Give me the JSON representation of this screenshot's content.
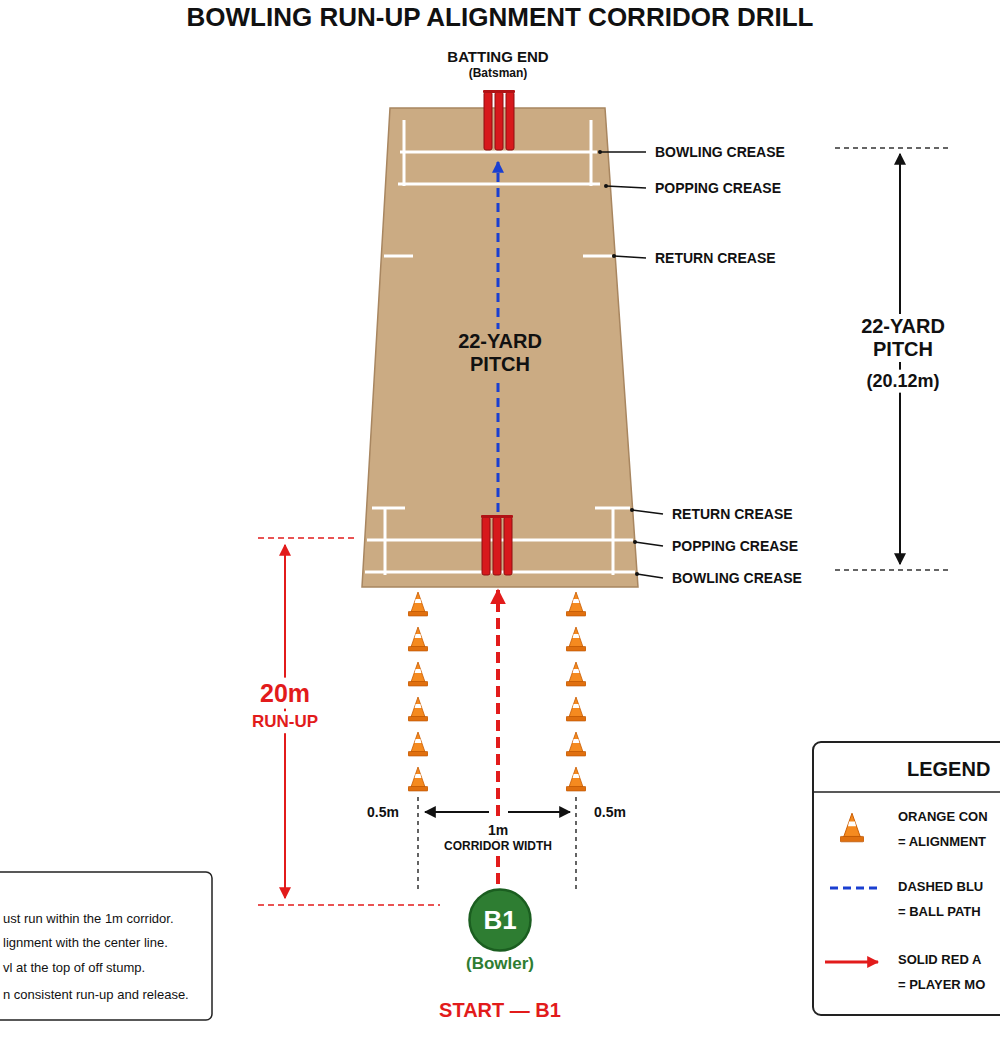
{
  "diagram": {
    "title": "BOWLING RUN-UP ALIGNMENT CORRIDOR DRILL",
    "nodes": [
      {
        "text": [
          "B1",
          "(Bowler)"
        ]
      }
    ],
    "labels": [
      "BATTING END",
      "(Batsman)",
      "BOWLING CREASE",
      "POPPING CREASE",
      "RETURN CREASE",
      "22-YARD PITCH",
      "22-YARD PITCH",
      "(20.12m)",
      "RETURN CREASE",
      "POPPING CREASE",
      "BOWLING CREASE",
      "20m",
      "RUN-UP",
      "0.5m",
      "1m",
      "CORRIDOR WIDTH",
      "0.5m",
      "START — B1",
      "ust run within the 1m corridor.",
      "lignment with the center line.",
      "vl at the top of off stump.",
      "n consistent run-up and release.",
      "LEGEND"
    ],
    "legend": [
      {
        "text": "ORANGE CON = ALIGNMENT"
      },
      {
        "text": "DASHED BLU = BALL PATH"
      },
      {
        "text": "SOLID RED A = PLAYER MO"
      }
    ]
  }
}
